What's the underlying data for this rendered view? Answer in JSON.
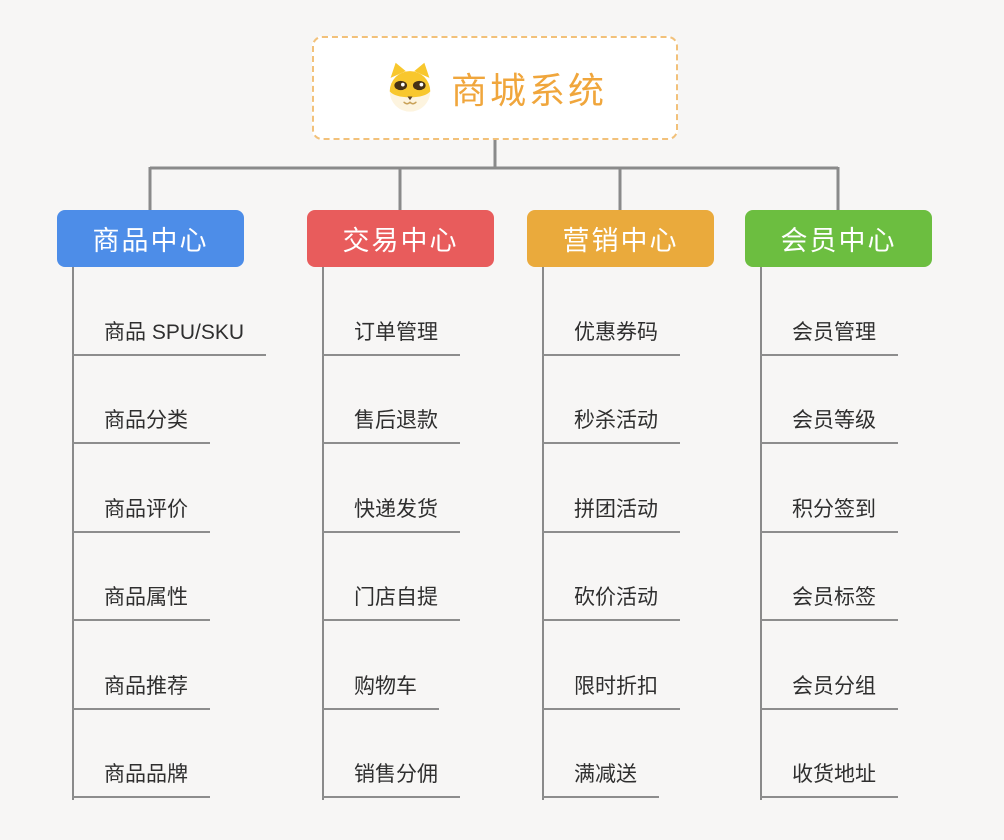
{
  "root": {
    "title": "商城系统",
    "icon": "dog-face-icon",
    "text_color": "#f0a63c",
    "border_color": "#f2c17a"
  },
  "branches": [
    {
      "label": "商品中心",
      "color": "#4d8de8",
      "items": [
        "商品 SPU/SKU",
        "商品分类",
        "商品评价",
        "商品属性",
        "商品推荐",
        "商品品牌"
      ]
    },
    {
      "label": "交易中心",
      "color": "#e85c5c",
      "items": [
        "订单管理",
        "售后退款",
        "快递发货",
        "门店自提",
        "购物车",
        "销售分佣"
      ]
    },
    {
      "label": "营销中心",
      "color": "#eaaa3c",
      "items": [
        "优惠券码",
        "秒杀活动",
        "拼团活动",
        "砍价活动",
        "限时折扣",
        "满减送"
      ]
    },
    {
      "label": "会员中心",
      "color": "#6cbe40",
      "items": [
        "会员管理",
        "会员等级",
        "积分签到",
        "会员标签",
        "会员分组",
        "收货地址"
      ]
    }
  ],
  "connector_color": "#8a8a8a",
  "background_color": "#f7f6f5"
}
